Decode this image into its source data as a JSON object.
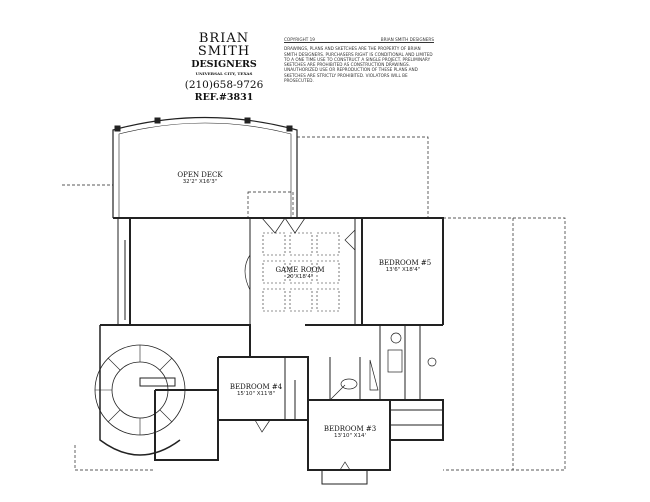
{
  "title_block": {
    "firm_name": "BRIAN SMITH",
    "firm_sub": "DESIGNERS",
    "location": "UNIVERSAL CITY, TEXAS",
    "phone": "(210)658-9726",
    "ref": "REF.#3831"
  },
  "legal": {
    "copyright": "COPYRIGHT 19",
    "copyright_holder": "BRIAN SMITH DESIGNERS",
    "notice": "DRAWINGS, PLANS AND SKETCHES ARE THE PROPERTY OF BRIAN SMITH DESIGNERS. PURCHASERS RIGHT IS CONDITIONAL AND LIMITED TO A ONE TIME USE TO CONSTRUCT A SINGLE PROJECT. PRELIMINARY SKETCHES ARE PROHIBITED AS CONSTRUCTION DRAWINGS. UNAUTHORIZED USE OR REPRODUCTION OF THESE PLANS AND SKETCHES ARE STRICTLY PROHIBITED. VIOLATORS WILL BE PROSECUTED."
  },
  "rooms": [
    {
      "name": "OPEN DECK",
      "size": "32'2\" X16'3\""
    },
    {
      "name": "GAME ROOM",
      "size": "20'X18'4\""
    },
    {
      "name": "BEDROOM #5",
      "size": "13'6\" X18'4\""
    },
    {
      "name": "BEDROOM #4",
      "size": "15'10\" X11'8\""
    },
    {
      "name": "BEDROOM #3",
      "size": "13'10\" X14'"
    }
  ]
}
